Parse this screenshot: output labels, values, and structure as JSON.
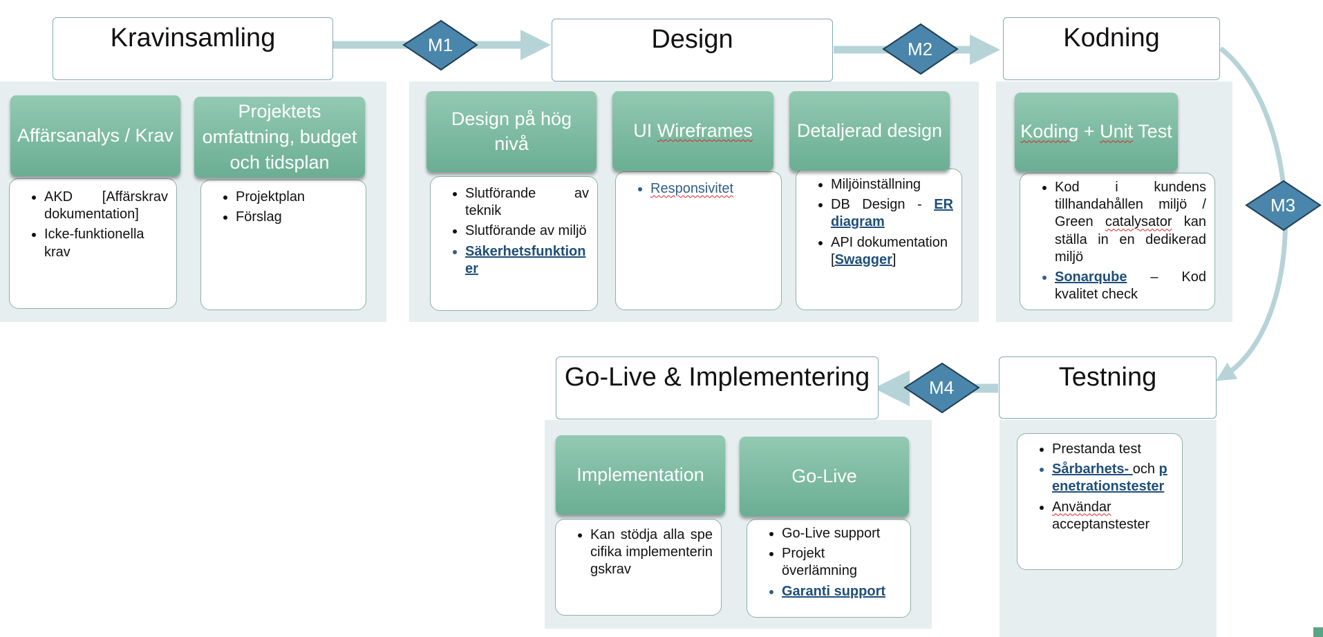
{
  "phases": {
    "kravinsamling": {
      "title": "Kravinsamling"
    },
    "design": {
      "title": "Design"
    },
    "kodning": {
      "title": "Kodning"
    },
    "testning": {
      "title": "Testning"
    },
    "golive": {
      "title": "Go-Live & Implementering"
    }
  },
  "milestones": [
    "M1",
    "M2",
    "M3",
    "M4"
  ],
  "tiles": {
    "affarsanalys": "Affärsanalys / Krav",
    "projektets": "Projektets omfattning, budget och tidsplan",
    "design_hog": "Design på hög nivå",
    "ui_wireframes": {
      "part1": "UI ",
      "part2": "Wireframes"
    },
    "detaljerad": "Detaljerad design",
    "koding": {
      "part1": "Koding",
      "part2": " + ",
      "part3": "Unit",
      "part4": " Test"
    },
    "implementation": "Implementation",
    "golive": "Go-Live"
  },
  "cards": {
    "affarsanalys": [
      "AKD [Affärskrav dokumentation]",
      "Icke-funktionella krav"
    ],
    "projektets": [
      "Projektplan",
      "Förslag"
    ],
    "design_hog": [
      "Slutförande av teknik",
      "Slutförande av miljö",
      "Säkerhetsfunktioner"
    ],
    "ui_wireframes": [
      "Responsivitet"
    ],
    "detaljerad": {
      "item1": "Miljöinställning",
      "item2_prefix": "DB Design - ",
      "item2_link": "ER diagram",
      "item3_prefix": "API dokumentation [",
      "item3_link": "Swagger",
      "item3_suffix": "]"
    },
    "koding": {
      "item1_a": "Kod i kundens tillhandahållen miljö / Green ",
      "item1_b": "catalysator",
      "item1_c": " kan ställa in en dedikerad miljö",
      "item2_link": "Sonarqube",
      "item2_suffix": " – Kod kvalitet check"
    },
    "implementation": [
      "Kan stödja alla specifika implementeringskrav"
    ],
    "golive": [
      "Go-Live support",
      "Projekt överlämning",
      "Garanti support"
    ],
    "testning": {
      "item1": "Prestanda test",
      "item2_link": "Sårbarhets- ",
      "item2_mid": "och ",
      "item2_link2": "penetrationstester",
      "item3_a": "Användar",
      "item3_b": " acceptanstester"
    }
  },
  "colors": {
    "milestone_fill": "#4a86ab",
    "arrow": "#b6d3d8",
    "tile_top": "#93c9b2",
    "tile_bottom": "#6aae93",
    "phase_bg": "#e6eef0",
    "link": "#1f4e79"
  }
}
